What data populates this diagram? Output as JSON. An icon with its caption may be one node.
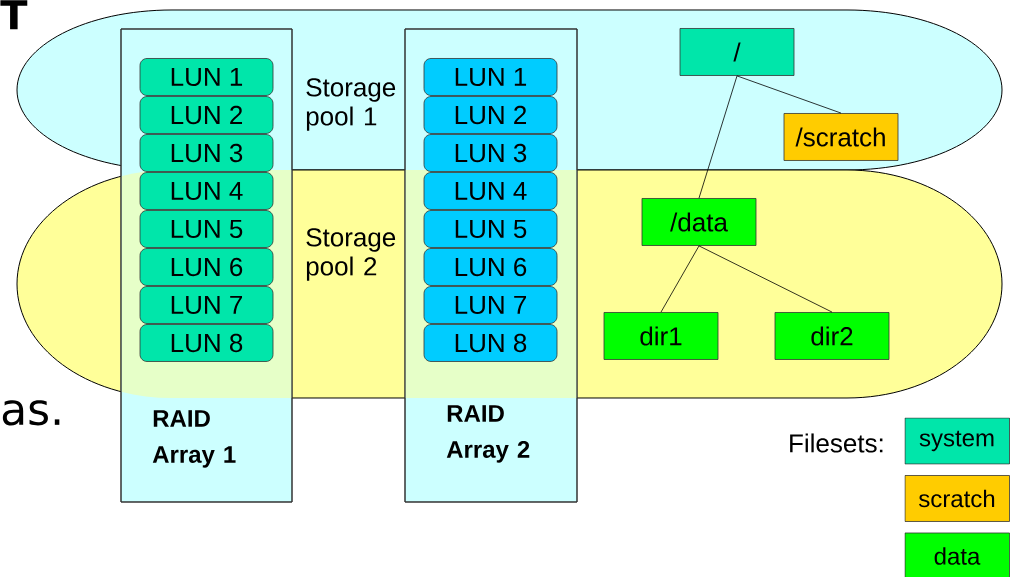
{
  "diagram": {
    "nodes": [
      {
        "text": [
          "Storage pool 1"
        ]
      },
      {
        "text": [
          "Storage pool 2"
        ]
      },
      {
        "text": [
          "RAID Array 1"
        ]
      },
      {
        "text": [
          "LUN 1"
        ]
      },
      {
        "text": [
          "LUN 2"
        ]
      },
      {
        "text": [
          "LUN 3"
        ]
      },
      {
        "text": [
          "LUN 4"
        ]
      },
      {
        "text": [
          "LUN 5"
        ]
      },
      {
        "text": [
          "LUN 6"
        ]
      },
      {
        "text": [
          "LUN 7"
        ]
      },
      {
        "text": [
          "LUN 8"
        ]
      },
      {
        "text": [
          "RAID Array 2"
        ]
      },
      {
        "text": [
          "LUN 1"
        ]
      },
      {
        "text": [
          "LUN 2"
        ]
      },
      {
        "text": [
          "LUN 3"
        ]
      },
      {
        "text": [
          "LUN 4"
        ]
      },
      {
        "text": [
          "LUN 5"
        ]
      },
      {
        "text": [
          "LUN 6"
        ]
      },
      {
        "text": [
          "LUN 7"
        ]
      },
      {
        "text": [
          "LUN 8"
        ]
      },
      {
        "text": [
          "/"
        ],
        "in": 0
      },
      {
        "text": [
          "/scratch"
        ],
        "in": 0
      },
      {
        "text": [
          "/data"
        ],
        "in": 1
      },
      {
        "text": [
          "dir1"
        ],
        "in": 1
      },
      {
        "text": [
          "dir2"
        ],
        "in": 1
      }
    ],
    "edges": [
      {
        "from": 20,
        "to": 21,
        "arrow": "none"
      },
      {
        "from": 20,
        "to": 22,
        "arrow": "none"
      },
      {
        "from": 22,
        "to": 23,
        "arrow": "none"
      },
      {
        "from": 22,
        "to": 24,
        "arrow": "none"
      }
    ],
    "labels": [
      "T",
      "as.",
      "Filesets:"
    ],
    "legend": [
      {
        "text": "system",
        "color": "#00e6aa"
      },
      {
        "text": "scratch",
        "color": "#ffcc00"
      },
      {
        "text": "data",
        "color": "#00ff00"
      }
    ]
  }
}
